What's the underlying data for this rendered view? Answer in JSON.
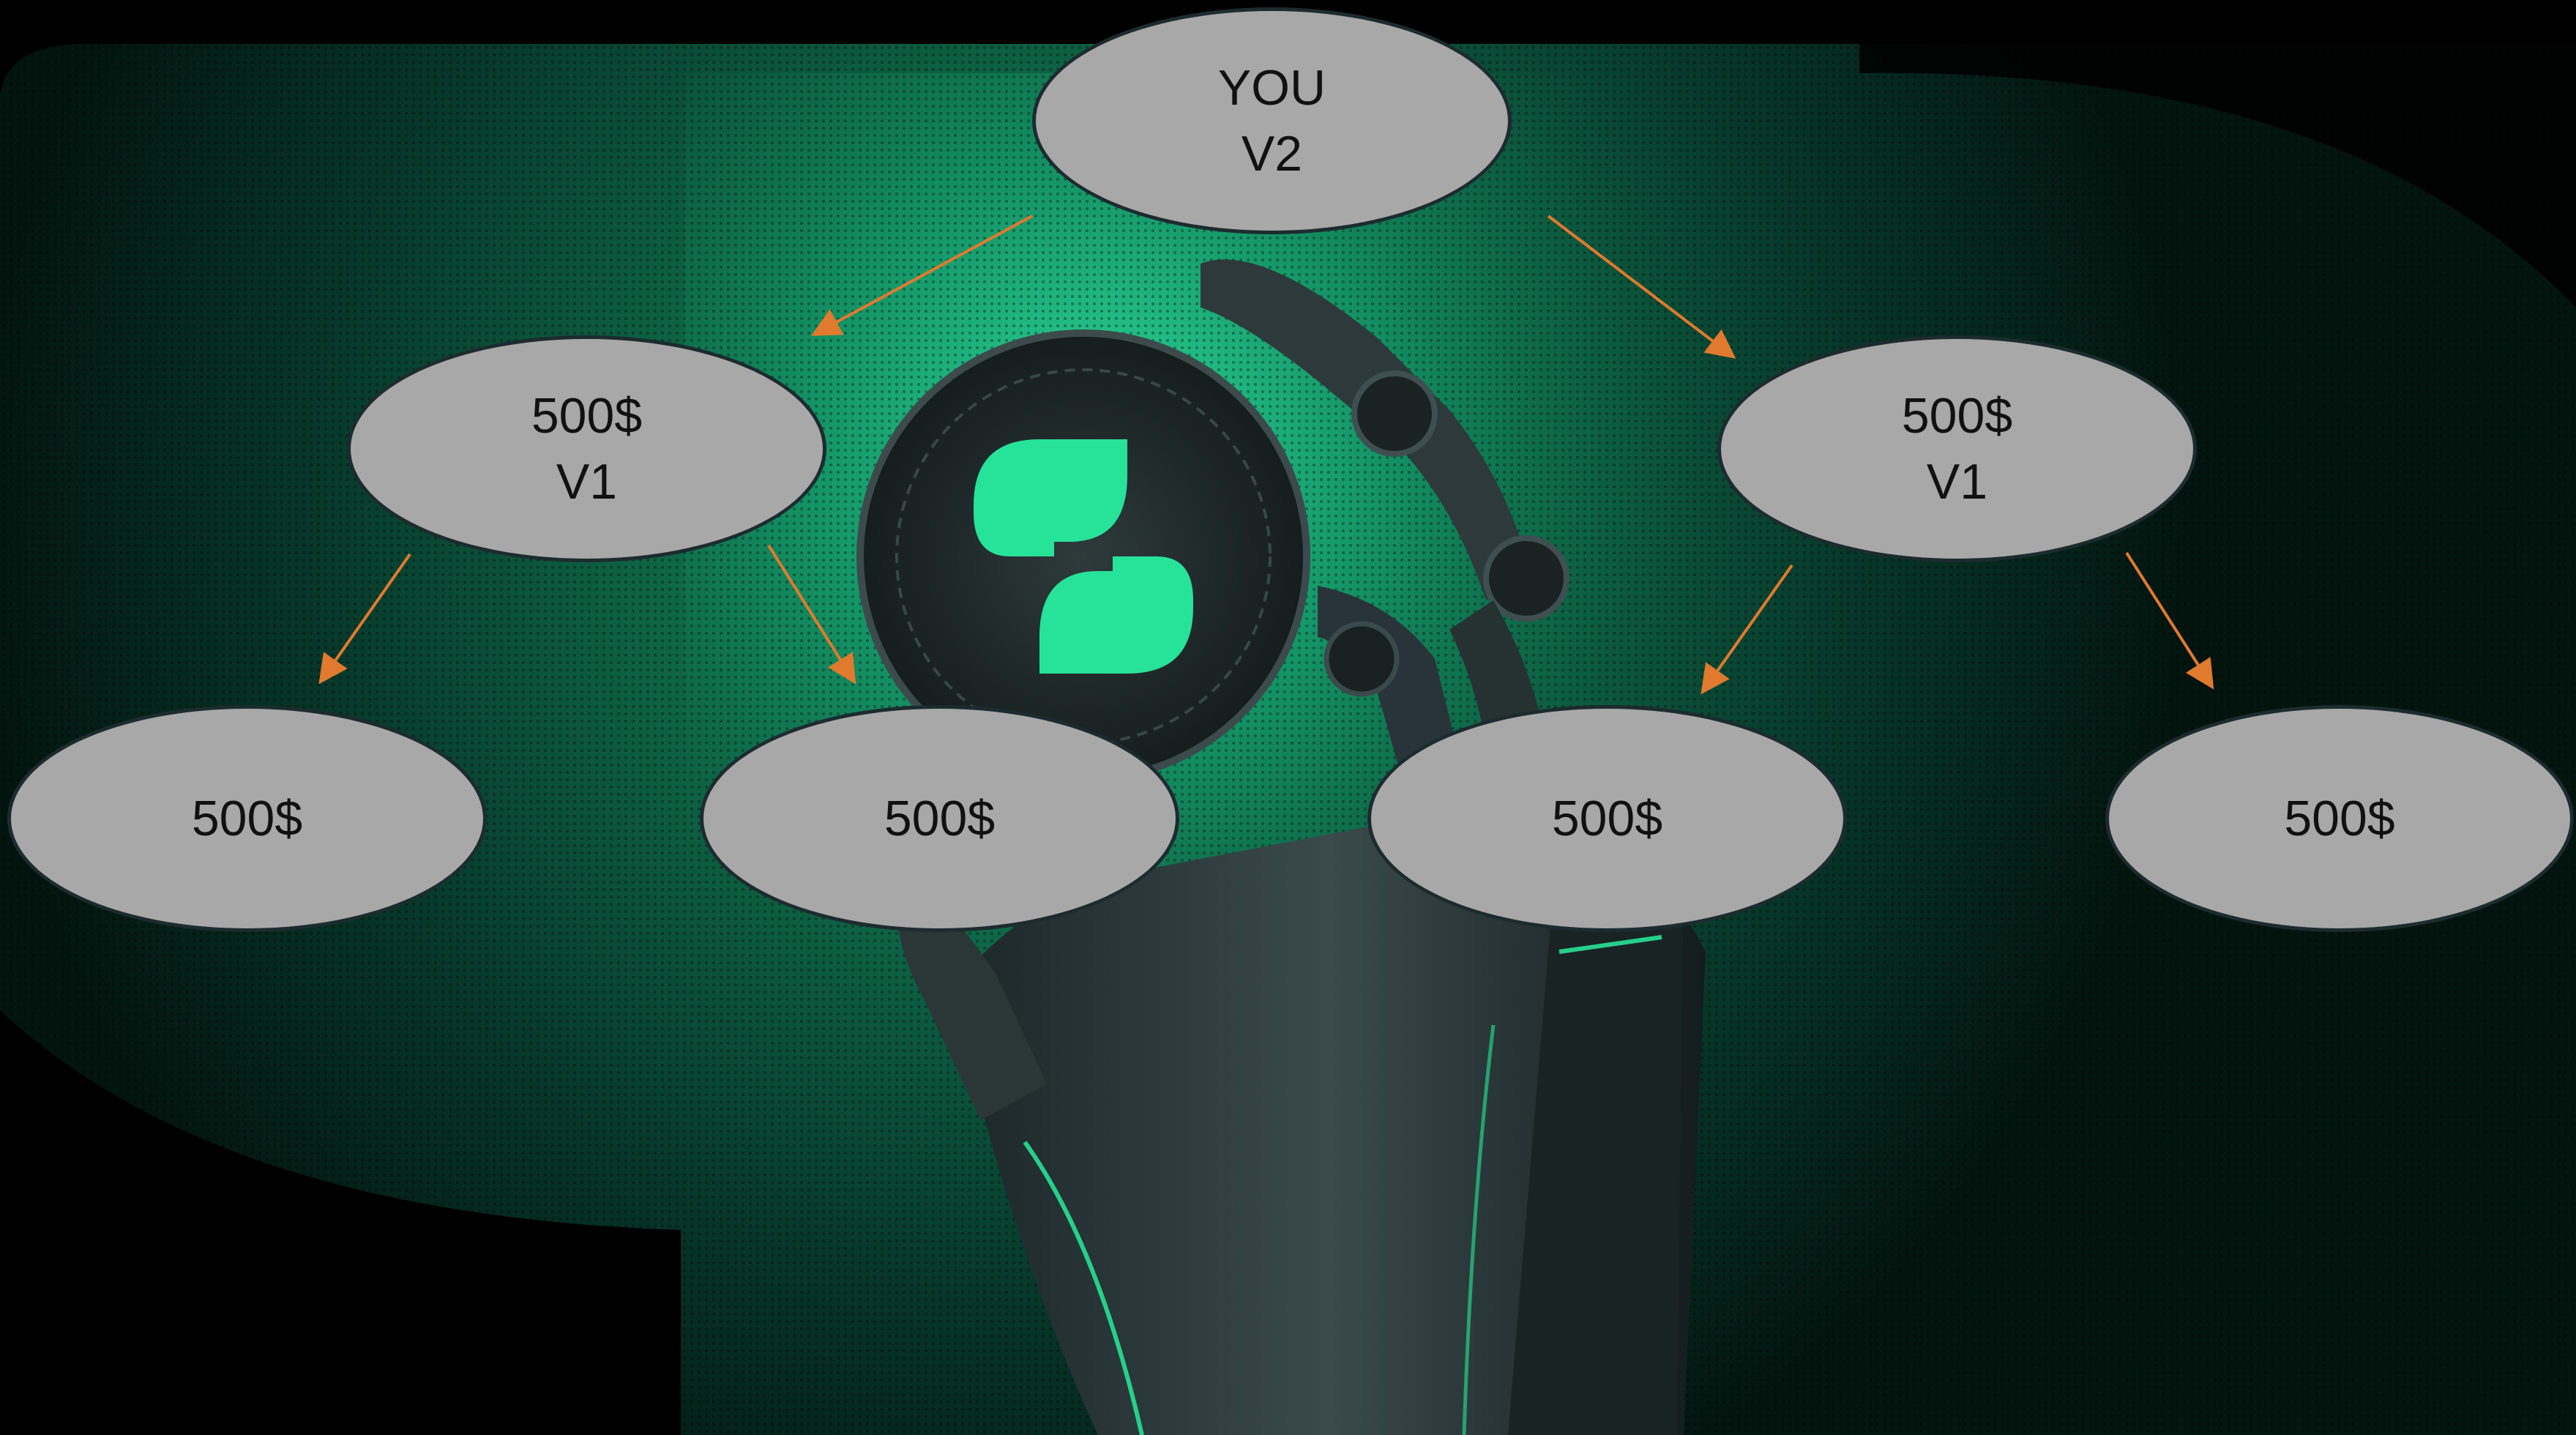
{
  "colors": {
    "background": "#000000",
    "glow": "#1b9e6c",
    "node_fill": "#a8a8a8",
    "node_border": "#1c2b2f",
    "arrow": "#e07a2e",
    "coin_logo": "#27e39a"
  },
  "illustration": {
    "subject": "robot-hand-holding-coin",
    "coin_logo_icon": "s-logo-icon"
  },
  "diagram": {
    "root": {
      "line1": "YOU",
      "line2": "V2"
    },
    "level1": [
      {
        "line1": "500$",
        "line2": "V1"
      },
      {
        "line1": "500$",
        "line2": "V1"
      }
    ],
    "level2": [
      {
        "label": "500$"
      },
      {
        "label": "500$"
      },
      {
        "label": "500$"
      },
      {
        "label": "500$"
      }
    ]
  }
}
